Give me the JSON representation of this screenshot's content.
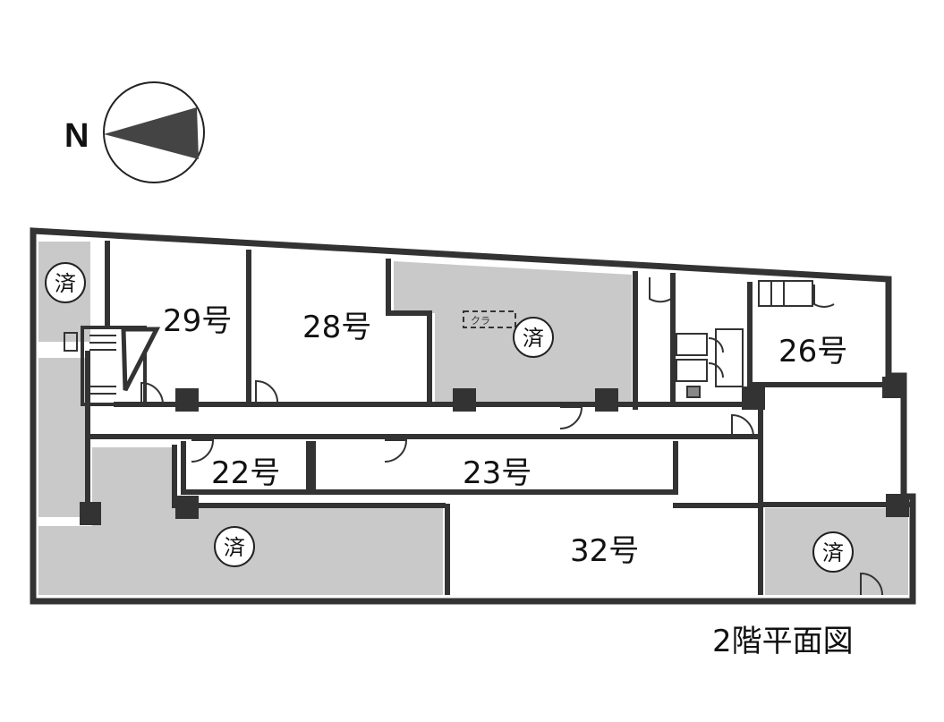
{
  "compass": {
    "label": "N"
  },
  "rooms": {
    "r29": "29号",
    "r28": "28号",
    "r26": "26号",
    "r22": "22号",
    "r23": "23号",
    "r32": "32号"
  },
  "stamp_label": "済",
  "closet_label": "クラ",
  "caption": "2階平面図",
  "colors": {
    "occupied": "#c9c9c9",
    "wall": "#333333",
    "vacant": "#ffffff"
  }
}
